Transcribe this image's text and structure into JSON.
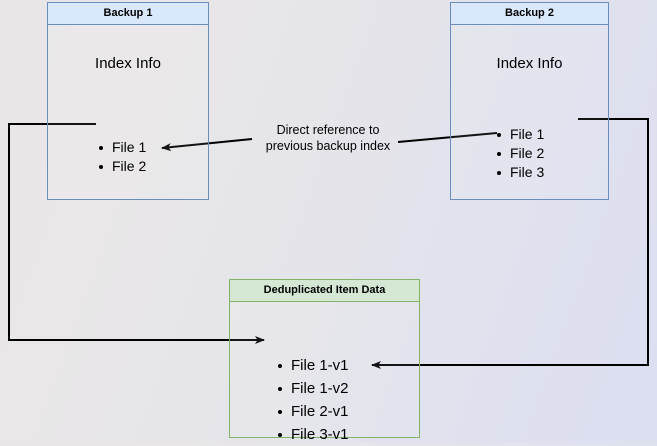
{
  "diagram": {
    "title_hidden": "",
    "colors": {
      "blue_fill": "#dae8fc",
      "blue_stroke": "#6c8ebf",
      "green_fill": "#d5e8d4",
      "green_stroke": "#82b366",
      "edge_stroke": "#000000",
      "background_left": "#e8e6e6",
      "background_right": "#dcdff0"
    },
    "nodes": {
      "backup1": {
        "header": "Backup 1",
        "section_title": "Index Info",
        "items": [
          "File 1",
          "File 2"
        ]
      },
      "backup2": {
        "header": "Backup 2",
        "section_title": "Index Info",
        "items": [
          "File 1",
          "File 2",
          "File 3"
        ]
      },
      "dedup": {
        "header": "Deduplicated Item Data",
        "items": [
          "File 1-v1",
          "File 1-v2",
          "File 2-v1",
          "File 3-v1"
        ]
      }
    },
    "edges": {
      "direct_reference": {
        "label_line1": "Direct reference to",
        "label_line2": "previous backup index"
      }
    }
  }
}
